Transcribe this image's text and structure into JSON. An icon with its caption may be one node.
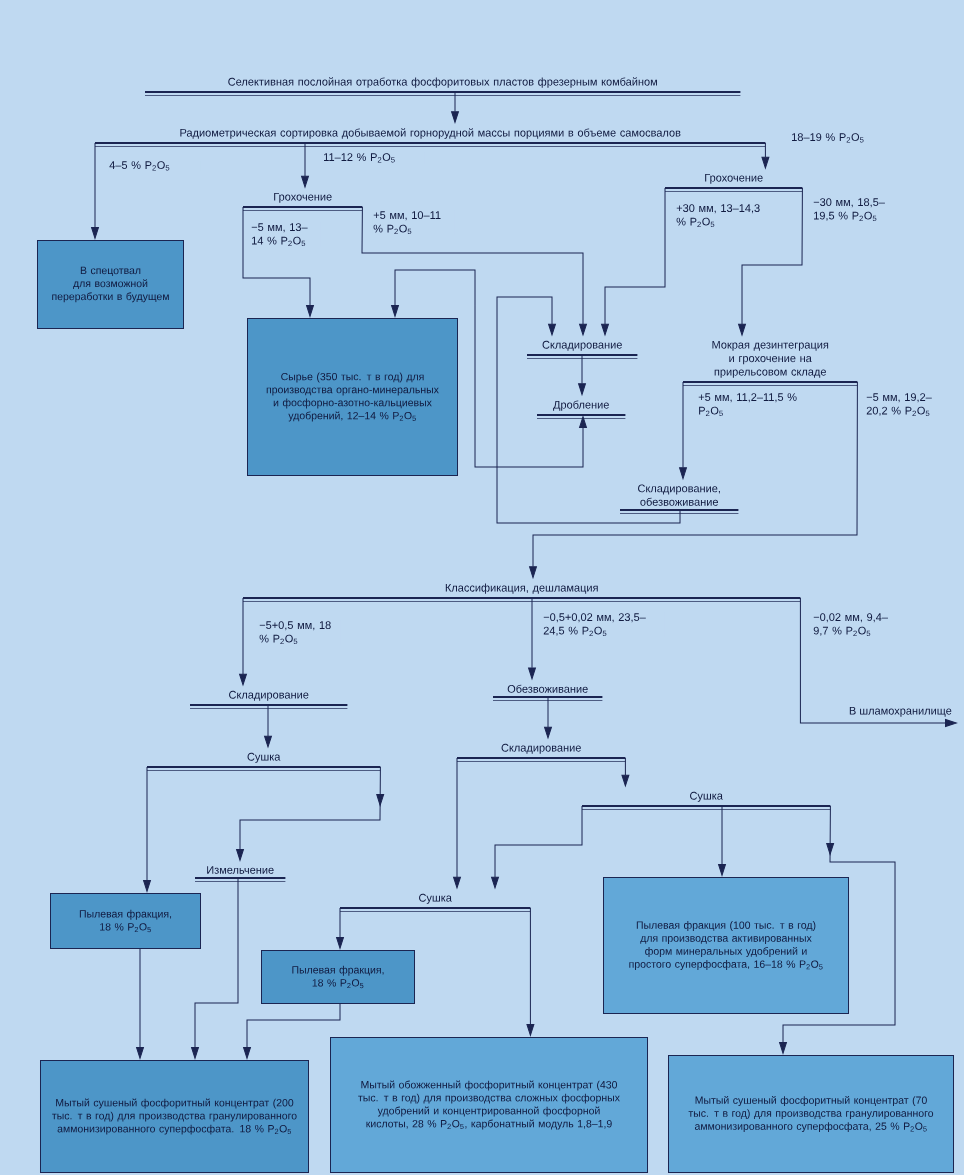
{
  "diagram": {
    "nodes": [
      {
        "text": [
          "Селективная послойная отработка фосфоритовых пластов фрезерным комбайном"
        ]
      },
      {
        "text": [
          "Радиометрическая сортировка добываемой горнорудной массы порциями в объеме самосвалов"
        ]
      },
      {
        "text": [
          "В спецотвал для возможной переработки в будущем"
        ]
      },
      {
        "text": [
          "Грохочение"
        ]
      },
      {
        "text": [
          "Сырье (350 тыс. т в год) для производства органо-минеральных и фосфорно-азотно-кальциевых удобрений, 12–14 % P$_{2}$O$_{5}$"
        ]
      },
      {
        "text": [
          "Грохочение"
        ]
      },
      {
        "text": [
          "Складирование"
        ]
      },
      {
        "text": [
          "Дробление"
        ]
      },
      {
        "text": [
          "Мокрая дезинтеграция и грохочение на прирельсовом складе"
        ]
      },
      {
        "text": [
          "Складирование, обезвоживание"
        ]
      },
      {
        "text": [
          "Классификация, дешламация"
        ]
      },
      {
        "text": [
          "Складирование"
        ]
      },
      {
        "text": [
          "Сушка"
        ]
      },
      {
        "text": [
          "Измельчение"
        ]
      },
      {
        "text": [
          "Пылевая фракция, 18 % P$_{2}$O$_{5}$"
        ]
      },
      {
        "text": [
          "Мытый сушеный фосфоритный концентрат (200 тыс. т в год) для производства гранулированного аммонизированного суперфосфата. 18 % P$_{2}$O$_{5}$"
        ]
      },
      {
        "text": [
          "Обезвоживание"
        ]
      },
      {
        "text": [
          "Складирование"
        ]
      },
      {
        "text": [
          "Сушка"
        ]
      },
      {
        "text": [
          "Сушка"
        ]
      },
      {
        "text": [
          "Пылевая фракция, 18 % P$_{2}$O$_{5}$"
        ]
      },
      {
        "text": [
          "Мытый обожженный фосфоритный концентрат (430 тыс. т в год) для производства сложных фосфорных удобрений и концентрированной фосфорной кислоты, 28 % P$_{2}$O$_{5}$, карбонатный модуль 1,8–1,9"
        ]
      },
      {
        "text": [
          "Пылевая фракция (100 тыс. т в год) для производства активированных форм минеральных удобрений и простого суперфосфата, 16–18 % P$_{2}$O$_{5}$"
        ]
      },
      {
        "text": [
          "Мытый сушеный фосфоритный концентрат (70 тыс. т в год) для производства гранулированного аммонизированного суперфосфата, 25 % P$_{2}$O$_{5}$"
        ]
      },
      {
        "text": [
          "В шламохранилище"
        ]
      }
    ],
    "edges": [
      {
        "from": 0,
        "to": 1,
        "arrow": "to"
      },
      {
        "from": 1,
        "to": 2,
        "arrow": "to",
        "label": "4–5 % P$_{2}$O$_{5}$"
      },
      {
        "from": 1,
        "to": 3,
        "arrow": "to",
        "label": "11–12 % P$_{2}$O$_{5}$"
      },
      {
        "from": 1,
        "to": 5,
        "arrow": "to",
        "label": "18–19 % P$_{2}$O$_{5}$"
      },
      {
        "from": 3,
        "to": 4,
        "arrow": "to",
        "label": "−5 мм, 13–14 % P$_{2}$O$_{5}$"
      },
      {
        "from": 3,
        "to": 6,
        "arrow": "to",
        "label": "+5 мм, 10–11 % P$_{2}$O$_{5}$"
      },
      {
        "from": 5,
        "to": 6,
        "arrow": "to",
        "label": "+30 мм, 13–14,3 % P$_{2}$O$_{5}$"
      },
      {
        "from": 5,
        "to": 8,
        "arrow": "to",
        "label": "−30 мм, 18,5–19,5 % P$_{2}$O$_{5}$"
      },
      {
        "from": 6,
        "to": 7,
        "arrow": "to"
      },
      {
        "from": 8,
        "to": 9,
        "arrow": "to",
        "label": "+5 мм, 11,2–11,5 % P$_{2}$O$_{5}$"
      },
      {
        "from": 9,
        "to": 6,
        "arrow": "to"
      },
      {
        "from": 7,
        "to": 4,
        "arrow": "both"
      },
      {
        "from": 8,
        "to": 10,
        "arrow": "to",
        "label": "−5 мм, 19,2–20,2 % P$_{2}$O$_{5}$"
      },
      {
        "from": 10,
        "to": 11,
        "arrow": "to",
        "label": "−5+0,5 мм, 18 % P$_{2}$O$_{5}$"
      },
      {
        "from": 10,
        "to": 16,
        "arrow": "to",
        "label": "−0,5+0,02 мм, 23,5–24,5 % P$_{2}$O$_{5}$"
      },
      {
        "from": 10,
        "to": 24,
        "arrow": "to",
        "label": "−0,02 мм, 9,4–9,7 % P$_{2}$O$_{5}$"
      },
      {
        "from": 11,
        "to": 12,
        "arrow": "to"
      },
      {
        "from": 12,
        "to": 14,
        "arrow": "to"
      },
      {
        "from": 12,
        "to": 13,
        "arrow": "to"
      },
      {
        "from": 14,
        "to": 15,
        "arrow": "to"
      },
      {
        "from": 13,
        "to": 15,
        "arrow": "to"
      },
      {
        "from": 20,
        "to": 15,
        "arrow": "to"
      },
      {
        "from": 16,
        "to": 17,
        "arrow": "to"
      },
      {
        "from": 17,
        "to": 19,
        "arrow": "to"
      },
      {
        "from": 17,
        "to": 18,
        "arrow": "to"
      },
      {
        "from": 18,
        "to": 19,
        "arrow": "to"
      },
      {
        "from": 18,
        "to": 22,
        "arrow": "to"
      },
      {
        "from": 18,
        "to": 23,
        "arrow": "to"
      },
      {
        "from": 19,
        "to": 20,
        "arrow": "to"
      },
      {
        "from": 19,
        "to": 21,
        "arrow": "to"
      }
    ]
  }
}
